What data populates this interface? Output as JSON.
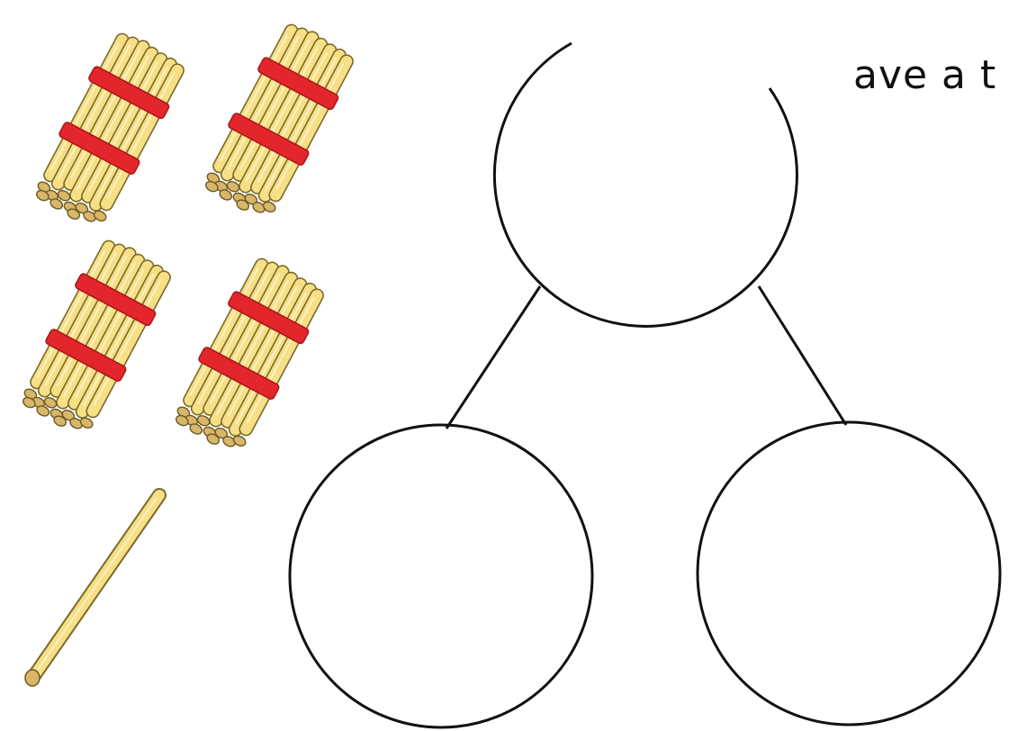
{
  "caption": "ave a t",
  "manipulatives": {
    "bundles_of_ten": 4,
    "single_sticks": 1
  },
  "part_whole_model": {
    "whole_circles": 1,
    "part_circles": 2
  },
  "colors": {
    "stick_fill": "#f7df86",
    "stick_outline": "#7a6a2a",
    "stick_end": "#d8b66a",
    "band": "#e3262b",
    "band_dark": "#a8161a",
    "line": "#111111",
    "background": "#ffffff"
  },
  "icons": [
    "ten-stick-bundle-icon",
    "single-stick-icon"
  ]
}
